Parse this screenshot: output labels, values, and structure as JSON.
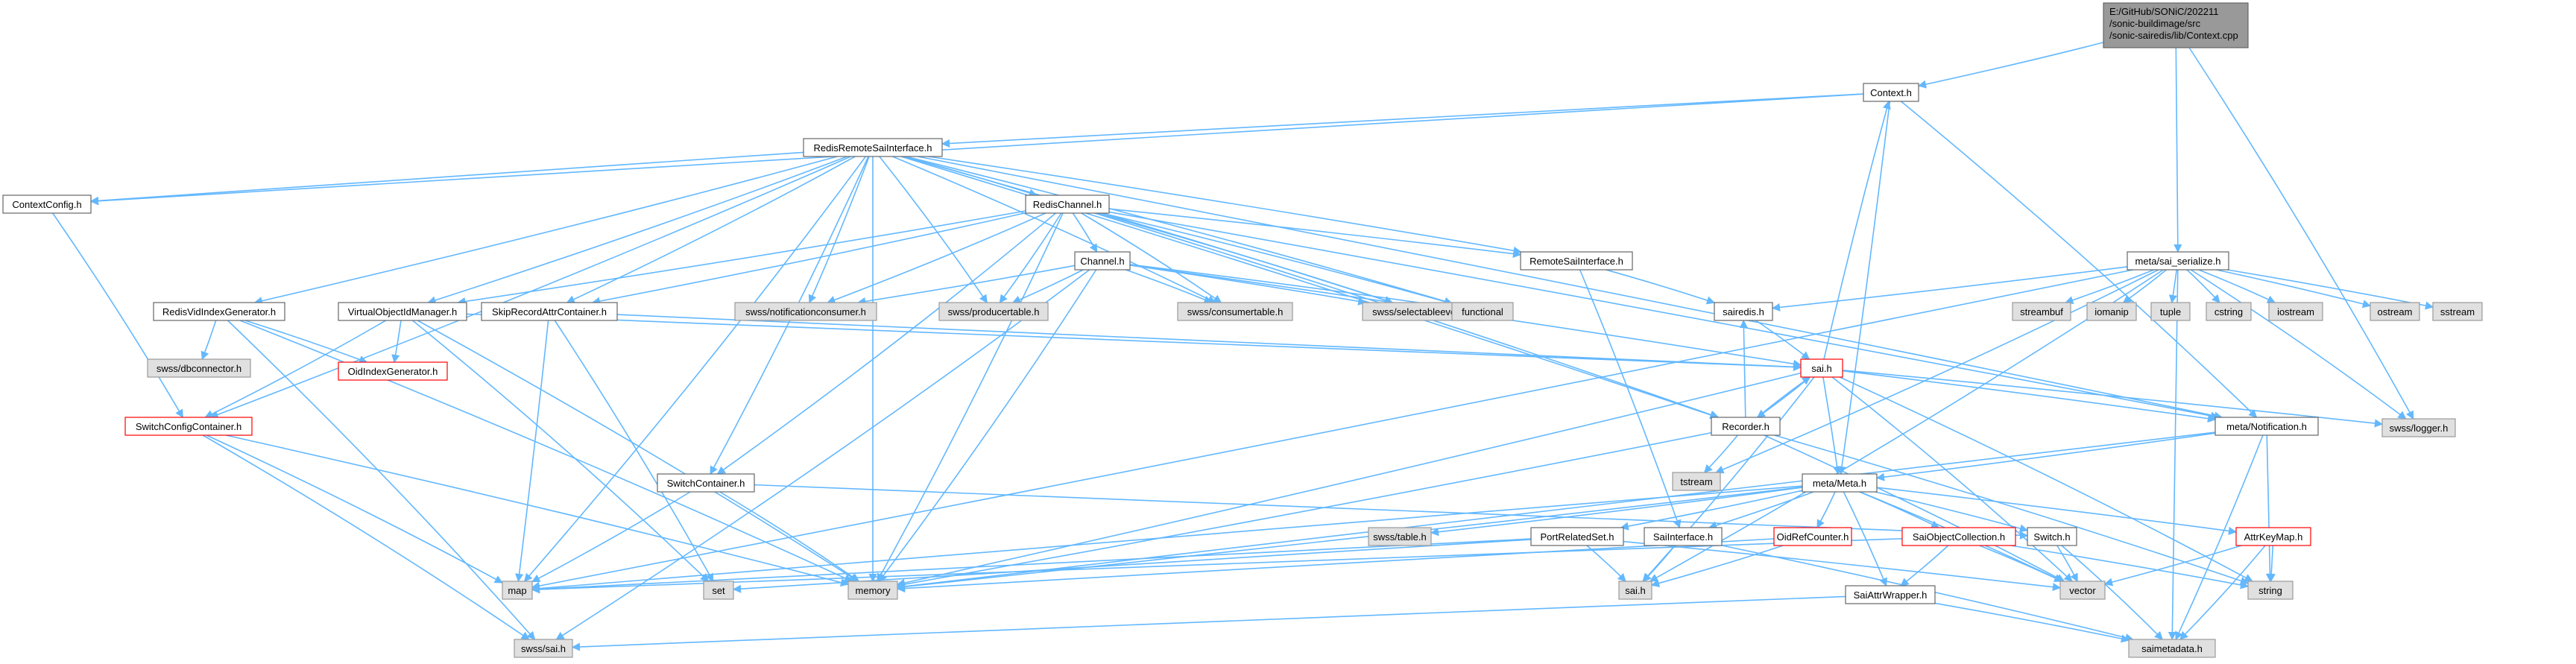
{
  "colors": {
    "edge": "#63b8ff",
    "root_fill": "#999999",
    "root_border": "#666666",
    "normal_fill": "#ffffff",
    "normal_border": "#666666",
    "external_fill": "#e0e0e0",
    "external_border": "#999999",
    "truncated_border": "#ff0000",
    "text": "#000000"
  },
  "nodes": [
    {
      "id": "root",
      "lines": [
        "E:/GitHub/SONiC/202211",
        "/sonic-buildimage/src",
        "/sonic-sairedis/lib/Context.cpp"
      ],
      "kind": "root"
    },
    {
      "id": "context_h",
      "lines": [
        "Context.h"
      ],
      "kind": "normal"
    },
    {
      "id": "meta_sai_serialize_h",
      "lines": [
        "meta/sai_serialize.h"
      ],
      "kind": "normal"
    },
    {
      "id": "swss_logger_h",
      "lines": [
        "swss/logger.h"
      ],
      "kind": "external"
    },
    {
      "id": "redis_remote",
      "lines": [
        "RedisRemoteSaiInterface.h"
      ],
      "kind": "normal"
    },
    {
      "id": "context_config",
      "lines": [
        "ContextConfig.h"
      ],
      "kind": "normal"
    },
    {
      "id": "redis_channel",
      "lines": [
        "RedisChannel.h"
      ],
      "kind": "normal"
    },
    {
      "id": "remote_sai",
      "lines": [
        "RemoteSaiInterface.h"
      ],
      "kind": "normal"
    },
    {
      "id": "channel_h",
      "lines": [
        "Channel.h"
      ],
      "kind": "normal"
    },
    {
      "id": "redis_vid",
      "lines": [
        "RedisVidIndexGenerator.h"
      ],
      "kind": "normal"
    },
    {
      "id": "virtual_oid",
      "lines": [
        "VirtualObjectIdManager.h"
      ],
      "kind": "normal"
    },
    {
      "id": "skip_record",
      "lines": [
        "SkipRecordAttrContainer.h"
      ],
      "kind": "normal"
    },
    {
      "id": "swss_notif",
      "lines": [
        "swss/notificationconsumer.h"
      ],
      "kind": "external"
    },
    {
      "id": "swss_producer",
      "lines": [
        "swss/producertable.h"
      ],
      "kind": "external"
    },
    {
      "id": "swss_consumer",
      "lines": [
        "swss/consumertable.h"
      ],
      "kind": "external"
    },
    {
      "id": "swss_selectable",
      "lines": [
        "swss/selectableevent.h"
      ],
      "kind": "external"
    },
    {
      "id": "functional",
      "lines": [
        "functional"
      ],
      "kind": "external"
    },
    {
      "id": "sairedis_h",
      "lines": [
        "sairedis.h"
      ],
      "kind": "normal"
    },
    {
      "id": "streambuf",
      "lines": [
        "streambuf"
      ],
      "kind": "external"
    },
    {
      "id": "iomanip",
      "lines": [
        "iomanip"
      ],
      "kind": "external"
    },
    {
      "id": "tuple",
      "lines": [
        "tuple"
      ],
      "kind": "external"
    },
    {
      "id": "cstring",
      "lines": [
        "cstring"
      ],
      "kind": "external"
    },
    {
      "id": "iostream",
      "lines": [
        "iostream"
      ],
      "kind": "external"
    },
    {
      "id": "ostream",
      "lines": [
        "ostream"
      ],
      "kind": "external"
    },
    {
      "id": "sstream",
      "lines": [
        "sstream"
      ],
      "kind": "external"
    },
    {
      "id": "swss_dbconnector",
      "lines": [
        "swss/dbconnector.h"
      ],
      "kind": "external"
    },
    {
      "id": "oid_index_gen",
      "lines": [
        "OidIndexGenerator.h"
      ],
      "kind": "truncated"
    },
    {
      "id": "sai_h",
      "lines": [
        "sai.h"
      ],
      "kind": "truncated"
    },
    {
      "id": "switch_config",
      "lines": [
        "SwitchConfigContainer.h"
      ],
      "kind": "truncated"
    },
    {
      "id": "recorder_h",
      "lines": [
        "Recorder.h"
      ],
      "kind": "normal"
    },
    {
      "id": "meta_notification",
      "lines": [
        "meta/Notification.h"
      ],
      "kind": "normal"
    },
    {
      "id": "tstream",
      "lines": [
        "tstream"
      ],
      "kind": "external"
    },
    {
      "id": "switch_container",
      "lines": [
        "SwitchContainer.h"
      ],
      "kind": "normal"
    },
    {
      "id": "meta_meta",
      "lines": [
        "meta/Meta.h"
      ],
      "kind": "normal"
    },
    {
      "id": "swss_table",
      "lines": [
        "swss/table.h"
      ],
      "kind": "external"
    },
    {
      "id": "port_related",
      "lines": [
        "PortRelatedSet.h"
      ],
      "kind": "normal"
    },
    {
      "id": "sai_interface",
      "lines": [
        "SaiInterface.h"
      ],
      "kind": "normal"
    },
    {
      "id": "oid_ref_counter",
      "lines": [
        "OidRefCounter.h"
      ],
      "kind": "truncated"
    },
    {
      "id": "sai_object_coll",
      "lines": [
        "SaiObjectCollection.h"
      ],
      "kind": "truncated"
    },
    {
      "id": "switch_h",
      "lines": [
        "Switch.h"
      ],
      "kind": "normal"
    },
    {
      "id": "attr_key_map",
      "lines": [
        "AttrKeyMap.h"
      ],
      "kind": "truncated"
    },
    {
      "id": "map",
      "lines": [
        "map"
      ],
      "kind": "external"
    },
    {
      "id": "set",
      "lines": [
        "set"
      ],
      "kind": "external"
    },
    {
      "id": "memory",
      "lines": [
        "memory"
      ],
      "kind": "external"
    },
    {
      "id": "sai_h_ext",
      "lines": [
        "sai.h"
      ],
      "kind": "external"
    },
    {
      "id": "vector",
      "lines": [
        "vector"
      ],
      "kind": "external"
    },
    {
      "id": "string",
      "lines": [
        "string"
      ],
      "kind": "external"
    },
    {
      "id": "sai_attr_wrapper",
      "lines": [
        "SaiAttrWrapper.h"
      ],
      "kind": "normal"
    },
    {
      "id": "swss_sai_h",
      "lines": [
        "swss/sai.h"
      ],
      "kind": "external"
    },
    {
      "id": "saimetadata",
      "lines": [
        "saimetadata.h"
      ],
      "kind": "external"
    }
  ],
  "edges": [
    [
      "root",
      "context_h"
    ],
    [
      "root",
      "meta_sai_serialize_h"
    ],
    [
      "root",
      "swss_logger_h"
    ],
    [
      "context_h",
      "redis_remote"
    ],
    [
      "context_h",
      "context_config"
    ],
    [
      "context_h",
      "meta_notification"
    ],
    [
      "context_h",
      "meta_meta"
    ],
    [
      "redis_remote",
      "context_config"
    ],
    [
      "redis_remote",
      "redis_channel"
    ],
    [
      "redis_remote",
      "remote_sai"
    ],
    [
      "redis_remote",
      "redis_vid"
    ],
    [
      "redis_remote",
      "virtual_oid"
    ],
    [
      "redis_remote",
      "skip_record"
    ],
    [
      "redis_remote",
      "switch_config"
    ],
    [
      "redis_remote",
      "switch_container"
    ],
    [
      "redis_remote",
      "recorder_h"
    ],
    [
      "redis_remote",
      "meta_notification"
    ],
    [
      "redis_remote",
      "swss_notif"
    ],
    [
      "redis_remote",
      "swss_producer"
    ],
    [
      "redis_remote",
      "swss_consumer"
    ],
    [
      "redis_remote",
      "swss_selectable"
    ],
    [
      "redis_remote",
      "functional"
    ],
    [
      "redis_remote",
      "map"
    ],
    [
      "redis_remote",
      "memory"
    ],
    [
      "context_config",
      "switch_config"
    ],
    [
      "redis_channel",
      "channel_h"
    ],
    [
      "redis_channel",
      "remote_sai"
    ],
    [
      "redis_channel",
      "virtual_oid"
    ],
    [
      "redis_channel",
      "skip_record"
    ],
    [
      "redis_channel",
      "switch_container"
    ],
    [
      "redis_channel",
      "recorder_h"
    ],
    [
      "redis_channel",
      "meta_notification"
    ],
    [
      "redis_channel",
      "swss_notif"
    ],
    [
      "redis_channel",
      "swss_producer"
    ],
    [
      "redis_channel",
      "swss_consumer"
    ],
    [
      "redis_channel",
      "swss_selectable"
    ],
    [
      "redis_channel",
      "functional"
    ],
    [
      "redis_channel",
      "memory"
    ],
    [
      "channel_h",
      "swss_notif"
    ],
    [
      "channel_h",
      "swss_producer"
    ],
    [
      "channel_h",
      "swss_consumer"
    ],
    [
      "channel_h",
      "swss_selectable"
    ],
    [
      "channel_h",
      "functional"
    ],
    [
      "channel_h",
      "sai_h"
    ],
    [
      "channel_h",
      "memory"
    ],
    [
      "channel_h",
      "swss_sai_h"
    ],
    [
      "remote_sai",
      "sai_interface"
    ],
    [
      "remote_sai",
      "sairedis_h"
    ],
    [
      "redis_vid",
      "swss_dbconnector"
    ],
    [
      "redis_vid",
      "oid_index_gen"
    ],
    [
      "redis_vid",
      "memory"
    ],
    [
      "redis_vid",
      "swss_sai_h"
    ],
    [
      "virtual_oid",
      "oid_index_gen"
    ],
    [
      "virtual_oid",
      "switch_config"
    ],
    [
      "virtual_oid",
      "sai_h"
    ],
    [
      "virtual_oid",
      "set"
    ],
    [
      "virtual_oid",
      "memory"
    ],
    [
      "skip_record",
      "sai_h"
    ],
    [
      "skip_record",
      "map"
    ],
    [
      "skip_record",
      "set"
    ],
    [
      "switch_config",
      "map"
    ],
    [
      "switch_config",
      "memory"
    ],
    [
      "switch_config",
      "swss_sai_h"
    ],
    [
      "meta_sai_serialize_h",
      "sairedis_h"
    ],
    [
      "meta_sai_serialize_h",
      "streambuf"
    ],
    [
      "meta_sai_serialize_h",
      "iomanip"
    ],
    [
      "meta_sai_serialize_h",
      "tuple"
    ],
    [
      "meta_sai_serialize_h",
      "cstring"
    ],
    [
      "meta_sai_serialize_h",
      "iostream"
    ],
    [
      "meta_sai_serialize_h",
      "ostream"
    ],
    [
      "meta_sai_serialize_h",
      "sstream"
    ],
    [
      "meta_sai_serialize_h",
      "swss_logger_h"
    ],
    [
      "meta_sai_serialize_h",
      "tstream"
    ],
    [
      "meta_sai_serialize_h",
      "map"
    ],
    [
      "meta_sai_serialize_h",
      "sai_h_ext"
    ],
    [
      "meta_sai_serialize_h",
      "saimetadata"
    ],
    [
      "sairedis_h",
      "sai_h"
    ],
    [
      "sai_h",
      "context_h"
    ],
    [
      "sai_h",
      "recorder_h"
    ],
    [
      "sai_h",
      "meta_notification"
    ],
    [
      "sai_h",
      "meta_meta"
    ],
    [
      "sai_h",
      "swss_logger_h"
    ],
    [
      "sai_h",
      "vector"
    ],
    [
      "sai_h",
      "string"
    ],
    [
      "sai_h",
      "memory"
    ],
    [
      "sai_h",
      "sai_h_ext"
    ],
    [
      "recorder_h",
      "sai_h"
    ],
    [
      "recorder_h",
      "sairedis_h"
    ],
    [
      "recorder_h",
      "tstream"
    ],
    [
      "recorder_h",
      "memory"
    ],
    [
      "recorder_h",
      "vector"
    ],
    [
      "recorder_h",
      "string"
    ],
    [
      "meta_notification",
      "meta_meta"
    ],
    [
      "meta_notification",
      "string"
    ],
    [
      "meta_notification",
      "saimetadata"
    ],
    [
      "meta_notification",
      "memory"
    ],
    [
      "switch_container",
      "switch_h"
    ],
    [
      "switch_container",
      "map"
    ],
    [
      "switch_container",
      "memory"
    ],
    [
      "meta_meta",
      "swss_table"
    ],
    [
      "meta_meta",
      "port_related"
    ],
    [
      "meta_meta",
      "sai_interface"
    ],
    [
      "meta_meta",
      "oid_ref_counter"
    ],
    [
      "meta_meta",
      "sai_object_coll"
    ],
    [
      "meta_meta",
      "switch_h"
    ],
    [
      "meta_meta",
      "attr_key_map"
    ],
    [
      "meta_meta",
      "sai_attr_wrapper"
    ],
    [
      "meta_meta",
      "map"
    ],
    [
      "meta_meta",
      "memory"
    ],
    [
      "meta_meta",
      "vector"
    ],
    [
      "port_related",
      "map"
    ],
    [
      "port_related",
      "set"
    ],
    [
      "port_related",
      "vector"
    ],
    [
      "port_related",
      "sai_h_ext"
    ],
    [
      "sai_interface",
      "sai_h_ext"
    ],
    [
      "sai_interface",
      "saimetadata"
    ],
    [
      "oid_ref_counter",
      "memory"
    ],
    [
      "oid_ref_counter",
      "sai_h_ext"
    ],
    [
      "sai_object_coll",
      "sai_attr_wrapper"
    ],
    [
      "sai_object_coll",
      "vector"
    ],
    [
      "sai_object_coll",
      "string"
    ],
    [
      "sai_object_coll",
      "map"
    ],
    [
      "switch_h",
      "vector"
    ],
    [
      "switch_h",
      "saimetadata"
    ],
    [
      "attr_key_map",
      "vector"
    ],
    [
      "attr_key_map",
      "string"
    ],
    [
      "attr_key_map",
      "saimetadata"
    ],
    [
      "sai_attr_wrapper",
      "saimetadata"
    ],
    [
      "sai_attr_wrapper",
      "swss_sai_h"
    ]
  ]
}
